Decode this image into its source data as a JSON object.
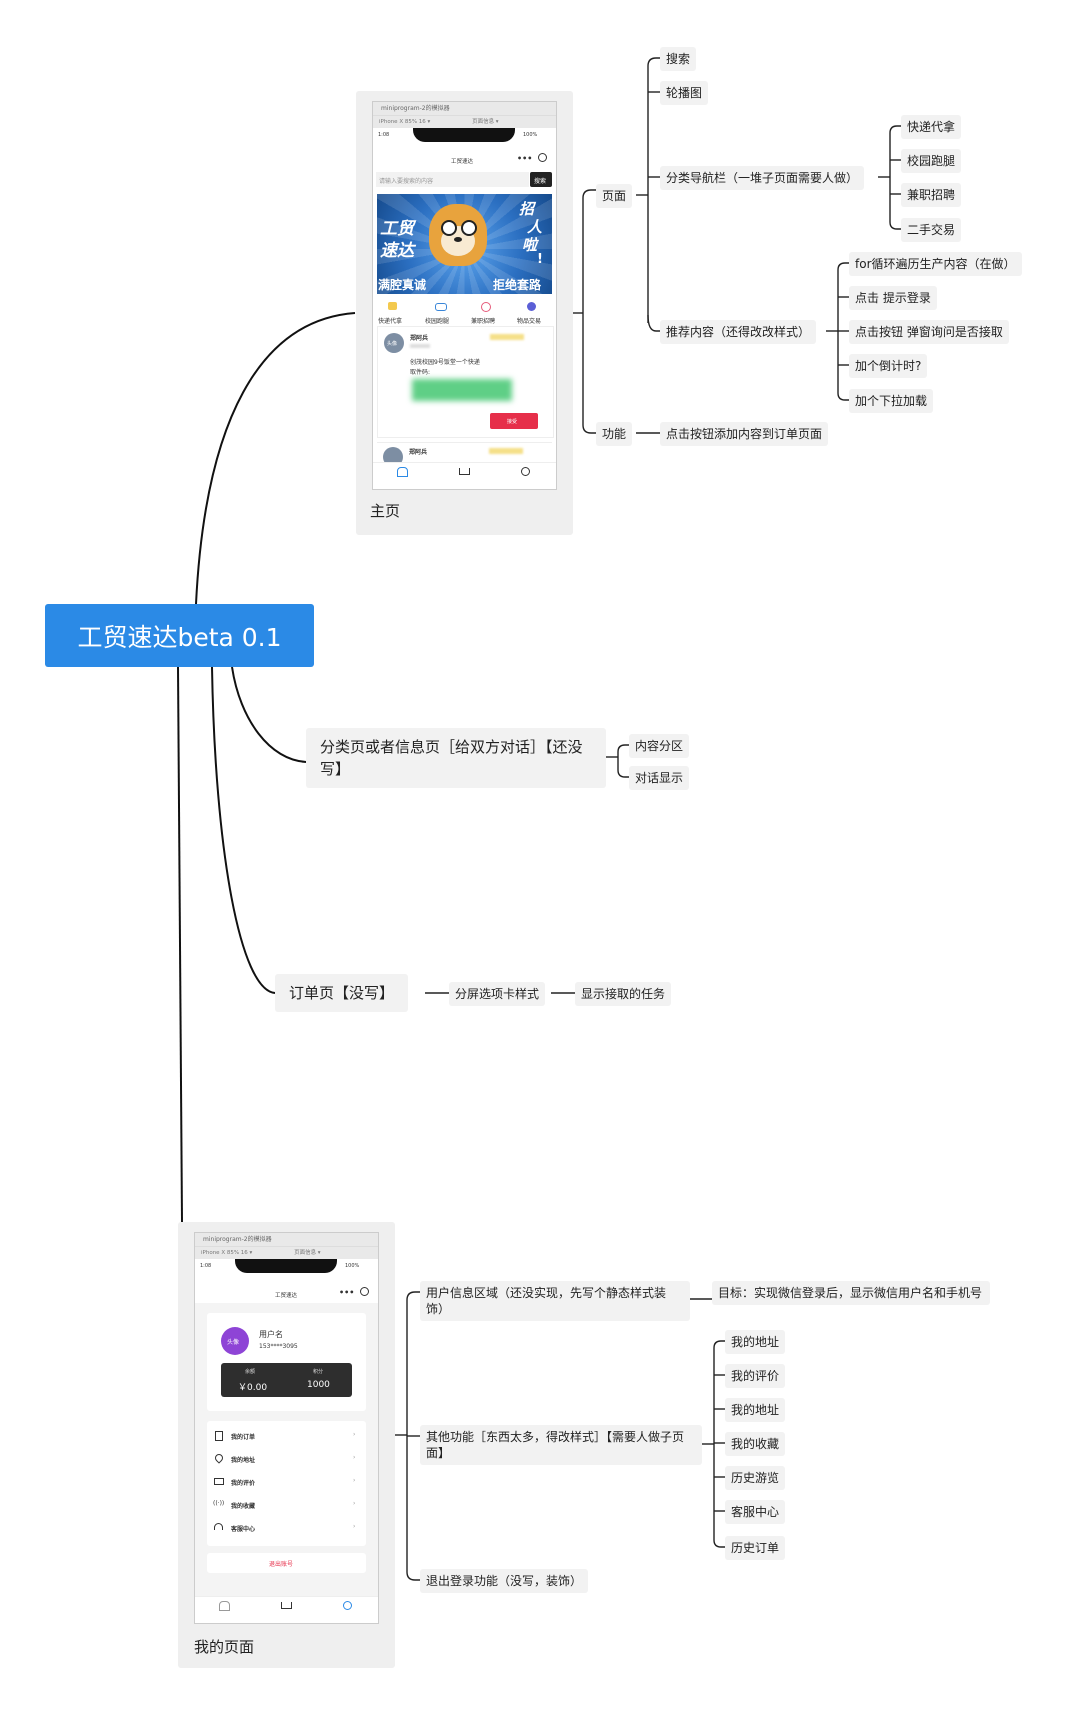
{
  "root": {
    "title": "工贸速达beta 0.1"
  },
  "home_card": {
    "caption": "主页",
    "window_title": "miniprogram-2的模拟器",
    "device": "iPhone X 85% 16 ▾",
    "page_label": "页面信息 ▾",
    "time": "1:08",
    "battery": "100%",
    "app_title": "工贸速达",
    "search_placeholder": "请输入要搜索的内容",
    "search_button": "搜索",
    "banner_title_l1": "工贸",
    "banner_title_l2": "速达",
    "banner_right_l1": "招",
    "banner_right_l2": "人",
    "banner_right_l3": "啦",
    "banner_right_l4": "!",
    "banner_bottom_left": "满腔真诚",
    "banner_bottom_right": "拒绝套路",
    "categories": [
      "快递代拿",
      "校园跑腿",
      "兼职招聘",
      "物品交易"
    ],
    "post_avatar": "头像",
    "post_name": "郑阿兵",
    "post_desc_l1": "创茂校园9号饭堂一个快递",
    "post_desc_l2": "取件码:",
    "accept_button": "接受",
    "post2_name": "郑阿兵"
  },
  "profile_card": {
    "caption": "我的页面",
    "window_title": "miniprogram-2的模拟器",
    "device": "iPhone X 85% 16 ▾",
    "page_label": "页面信息 ▾",
    "time": "1:08",
    "battery": "100%",
    "app_title": "工贸速达",
    "avatar": "头像",
    "username": "用户名",
    "phone": "153****3095",
    "balance_label": "余额",
    "balance_value": "￥0.00",
    "points_label": "积分",
    "points_value": "1000",
    "menu": [
      "我的订单",
      "我的地址",
      "我的评价",
      "我的收藏",
      "客服中心"
    ],
    "logout": "退出账号"
  },
  "nodes": {
    "search": "搜索",
    "carousel": "轮播图",
    "page": "页面",
    "category_nav": "分类导航栏（一堆子页面需要人做）",
    "cat_express": "快递代拿",
    "cat_errand": "校园跑腿",
    "cat_job": "兼职招聘",
    "cat_trade": "二手交易",
    "recommend": "推荐内容（还得改改样式）",
    "rec_for": "for循环遍历生产内容（在做）",
    "rec_login": "点击 提示登录",
    "rec_popup": "点击按钮 弹窗询问是否接取",
    "rec_timer": "加个倒计时?",
    "rec_pull": "加个下拉加载",
    "function": "功能",
    "func_add": "点击按钮添加内容到订单页面",
    "category_page": "分类页或者信息页［给双方对话］【还没写】",
    "content_zone": "内容分区",
    "dialog_show": "对话显示",
    "order_page": "订单页【没写】",
    "split_tab": "分屏选项卡样式",
    "show_tasks": "显示接取的任务",
    "user_info": "用户信息区域（还没实现，先写个静态样式装饰）",
    "user_goal": "目标：实现微信登录后，显示微信用户名和手机号",
    "other_func": "其他功能［东西太多，得改样式］【需要人做子页面】",
    "of_addr1": "我的地址",
    "of_review": "我的评价",
    "of_addr2": "我的地址",
    "of_fav": "我的收藏",
    "of_history": "历史游览",
    "of_service": "客服中心",
    "of_orders": "历史订单",
    "logout_func": "退出登录功能（没写，装饰）"
  }
}
